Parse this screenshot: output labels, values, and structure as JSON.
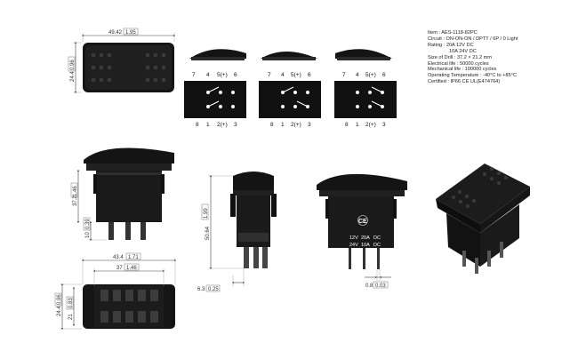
{
  "specs": {
    "item": "Item : AES-1118-82PC",
    "circuit": "Circuit : ON-ON-ON / DPTT / 6P / 0 Light",
    "rating1": "Rating : 20A 12V DC",
    "rating2": "10A 24V DC",
    "drill": "Size of Drill : 37.2 × 21.2 mm",
    "electrical": "Electrical life : 50000 cycles",
    "mechanical": "Mechanical life : 100000 cycles",
    "temperature": "Operating Temperature : -40°C to +85°C",
    "certified": "Certified : IP66 CE UL(E474764)"
  },
  "dimensions": {
    "top_width": "49.42",
    "top_width_in": "1.95",
    "top_height": "24.4",
    "top_height_in": "0.96",
    "side_height": "37.2",
    "side_height_in": "1.46",
    "terminal_len": "10",
    "terminal_len_in": "0.39",
    "bottom_width": "43.4",
    "bottom_width_in": "1.71",
    "bottom_inner": "37",
    "bottom_inner_in": "1.46",
    "bottom_height": "24.4",
    "bottom_height_in": "0.96",
    "bottom_inner_h": "21",
    "bottom_inner_h_in": "0.83",
    "front_height": "50.64",
    "front_height_in": "1.99",
    "terminal_offset": "6.3",
    "terminal_offset_in": "0.25",
    "terminal_thick": "0.8",
    "terminal_thick_in": "0.03"
  },
  "pins": {
    "top": [
      "7",
      "4",
      "5(+)",
      "6"
    ],
    "bottom": [
      "8",
      "1",
      "2(+)",
      "3"
    ]
  },
  "label": {
    "ce": "CE",
    "r1v": "12V",
    "r1a": "20A",
    "r1t": "DC",
    "r2v": "24V",
    "r2a": "10A",
    "r2t": "DC"
  }
}
